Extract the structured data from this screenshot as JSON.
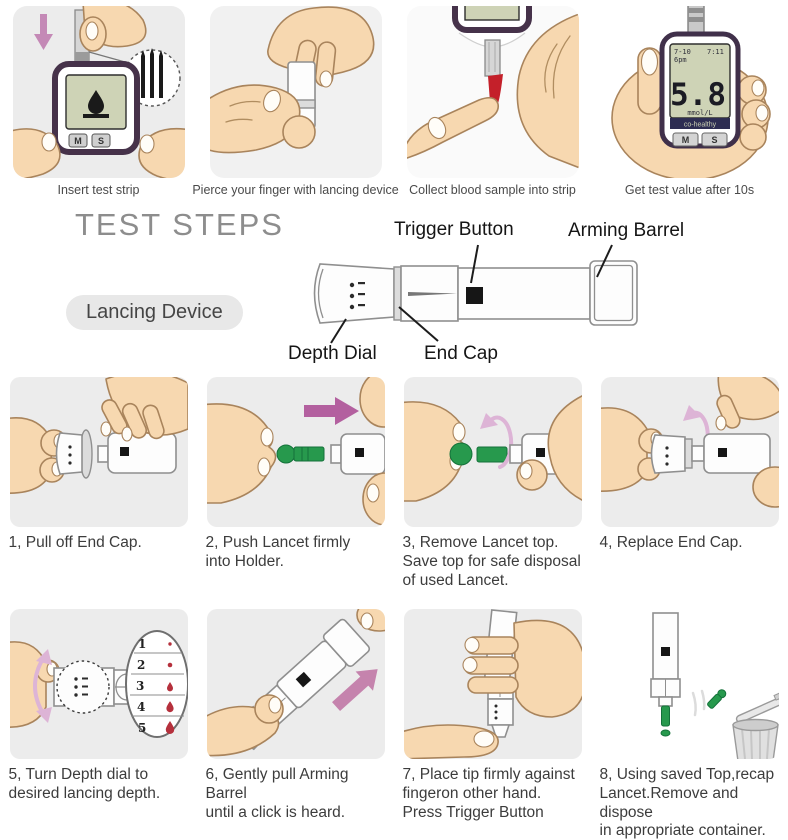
{
  "colors": {
    "skin": "#f7d8b0",
    "outline": "#a9845c",
    "panel_background": "#ececec",
    "arrow_magenta": "#b3609f",
    "arrow_light_pink": "#ddb4d6",
    "lancet_green": "#27994d",
    "blood_red": "#c4202a",
    "lcd_green": "#ced3b6",
    "meter_border": "#46324a",
    "brand_bar_navy": "#2d2d52",
    "title_gray": "#8d8d8d",
    "text_dark": "#3c3c3c"
  },
  "top_steps": [
    {
      "caption": "Insert test strip"
    },
    {
      "caption": "Pierce your finger with lancing device"
    },
    {
      "caption": "Collect blood sample into strip"
    },
    {
      "caption": "Get test value after 10s"
    }
  ],
  "test_steps_section": {
    "title": "TEST STEPS",
    "device_label": "Lancing Device",
    "part_labels": {
      "trigger_button": "Trigger Button",
      "arming_barrel": "Arming Barrel",
      "depth_dial": "Depth Dial",
      "end_cap": "End Cap"
    }
  },
  "meter": {
    "value": "5.8",
    "unit": "mmol/L",
    "brand": "co-healthy",
    "button_m": "M",
    "button_s": "S",
    "date": "7-10",
    "ampm": "6pm",
    "time": "7:11"
  },
  "depth_scale": [
    "1",
    "2",
    "3",
    "4",
    "5"
  ],
  "lancing_steps": [
    {
      "text": "1, Pull off End Cap."
    },
    {
      "text": "2, Push Lancet firmly\ninto Holder."
    },
    {
      "text": "3, Remove Lancet top.\nSave top for safe disposal\nof used Lancet."
    },
    {
      "text": "4, Replace End Cap."
    },
    {
      "text": "5, Turn Depth dial to\ndesired lancing depth."
    },
    {
      "text": "6, Gently pull Arming Barrel\nuntil a click is heard."
    },
    {
      "text": "7, Place tip firmly against\nfingeron other hand.\nPress Trigger Button"
    },
    {
      "text": "8, Using saved Top,recap\nLancet.Remove and dispose\nin appropriate container."
    }
  ]
}
